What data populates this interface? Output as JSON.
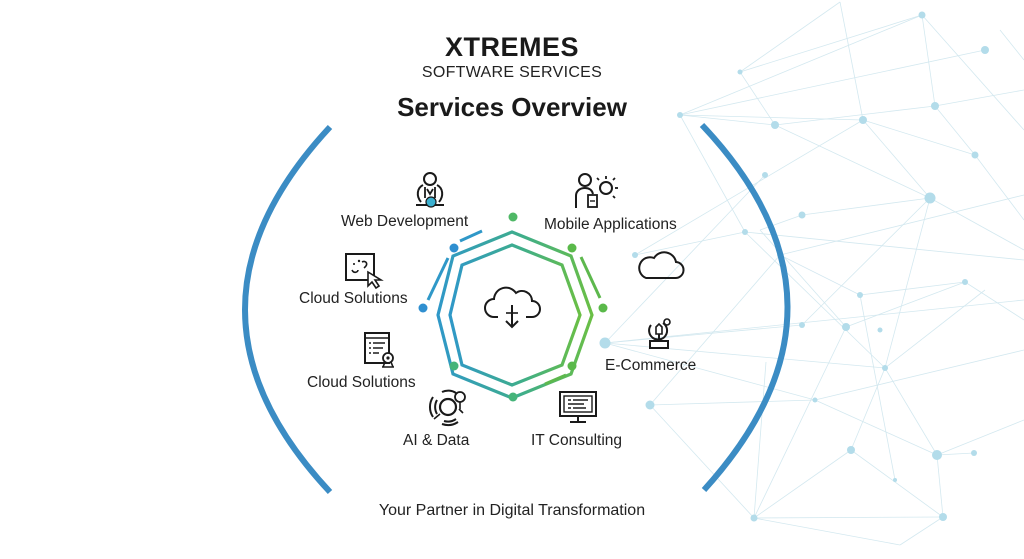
{
  "header": {
    "brand": "XTREMES",
    "subtitle": "SOFTWARE SERVICES",
    "heading": "Services Overview"
  },
  "services": [
    {
      "label": "Web Development",
      "icon": "developer-person-icon"
    },
    {
      "label": "Mobile Applications",
      "icon": "person-idea-icon"
    },
    {
      "label": "Cloud Solutions",
      "icon": "cloud-pointer-icon"
    },
    {
      "label": "Cloud Solutions",
      "icon": "document-list-icon"
    },
    {
      "label": "E-Commerce",
      "icon": "lightbulb-stand-icon"
    },
    {
      "label": "AI & Data",
      "icon": "ai-network-icon"
    },
    {
      "label": "IT Consulting",
      "icon": "monitor-icon"
    }
  ],
  "center": {
    "icon": "cloud-download-icon"
  },
  "extra_icons": [
    {
      "icon": "cloud-icon"
    }
  ],
  "footer": {
    "tagline": "Your Partner in Digital Transformation"
  },
  "colors": {
    "arc": "#3b8cc4",
    "octagon_blue": "#2f98c8",
    "octagon_green": "#5db84d",
    "dot_blue": "#2f8fd0",
    "dot_green": "#5ab94a",
    "network": "#a9d3e3",
    "text": "#1a1a1a"
  }
}
